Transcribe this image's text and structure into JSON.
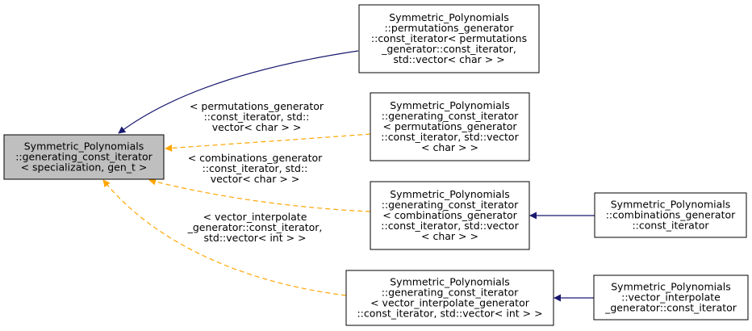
{
  "colors": {
    "node_border": "#000000",
    "node_fill": "#ffffff",
    "focus_node_fill": "#bfbfbf",
    "inheritance_edge": "#191970",
    "template_edge": "#ffa500"
  },
  "nodes": {
    "focus": [
      "Symmetric_Polynomials",
      "::generating_const_iterator",
      "< specialization, gen_t >"
    ],
    "perm_const_iter": [
      "Symmetric_Polynomials",
      "::permutations_generator",
      "::const_iterator< permutations",
      "_generator::const_iterator,",
      "std::vector< char > >"
    ],
    "gen_perm": [
      "Symmetric_Polynomials",
      "::generating_const_iterator",
      "< permutations_generator",
      "::const_iterator, std::vector",
      "< char > >"
    ],
    "gen_comb": [
      "Symmetric_Polynomials",
      "::generating_const_iterator",
      "< combinations_generator",
      "::const_iterator, std::vector",
      "< char > >"
    ],
    "gen_vec": [
      "Symmetric_Polynomials",
      "::generating_const_iterator",
      "< vector_interpolate_generator",
      "::const_iterator, std::vector< int > >"
    ],
    "comb_const_iter": [
      "Symmetric_Polynomials",
      "::combinations_generator",
      "::const_iterator"
    ],
    "vec_const_iter": [
      "Symmetric_Polynomials",
      "::vector_interpolate",
      "_generator::const_iterator"
    ]
  },
  "edge_labels": {
    "perm": [
      "< permutations_generator",
      "::const_iterator, std::",
      "vector< char > >"
    ],
    "comb": [
      "< combinations_generator",
      "::const_iterator, std::",
      "vector< char > >"
    ],
    "vec": [
      "< vector_interpolate",
      "_generator::const_iterator,",
      "std::vector< int > >"
    ]
  }
}
